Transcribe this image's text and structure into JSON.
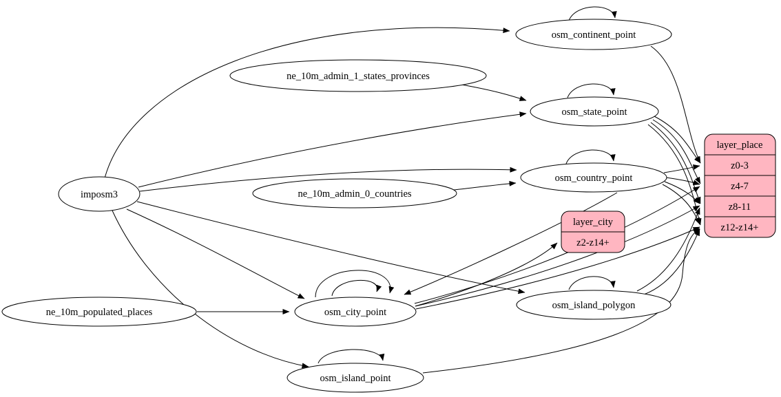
{
  "diagram": {
    "kind": "graphviz-dependency-graph",
    "background_color": "#ffffff",
    "edge_color": "#000000",
    "table_node_fill": "#ffffff",
    "layer_node_fill": "#ffb6c1",
    "node_stroke": "#000000"
  },
  "nodes": {
    "imposm3": {
      "label": "imposm3",
      "shape": "ellipse"
    },
    "ne_10m_admin_1_states_provinces": {
      "label": "ne_10m_admin_1_states_provinces",
      "shape": "ellipse"
    },
    "ne_10m_admin_0_countries": {
      "label": "ne_10m_admin_0_countries",
      "shape": "ellipse"
    },
    "ne_10m_populated_places": {
      "label": "ne_10m_populated_places",
      "shape": "ellipse"
    },
    "osm_continent_point": {
      "label": "osm_continent_point",
      "shape": "ellipse",
      "self_loops": 1
    },
    "osm_state_point": {
      "label": "osm_state_point",
      "shape": "ellipse",
      "self_loops": 1
    },
    "osm_country_point": {
      "label": "osm_country_point",
      "shape": "ellipse",
      "self_loops": 1
    },
    "osm_city_point": {
      "label": "osm_city_point",
      "shape": "ellipse",
      "self_loops": 2
    },
    "osm_island_polygon": {
      "label": "osm_island_polygon",
      "shape": "ellipse",
      "self_loops": 1
    },
    "osm_island_point": {
      "label": "osm_island_point",
      "shape": "ellipse",
      "self_loops": 1
    },
    "layer_city": {
      "label": "layer_city",
      "shape": "record",
      "fill": "#ffb6c1",
      "rows": [
        "z2-z14+"
      ]
    },
    "layer_place": {
      "label": "layer_place",
      "shape": "record",
      "fill": "#ffb6c1",
      "rows": [
        "z0-3",
        "z4-7",
        "z8-11",
        "z12-z14+"
      ]
    }
  },
  "edges": [
    {
      "from": "imposm3",
      "to": "osm_continent_point"
    },
    {
      "from": "imposm3",
      "to": "osm_state_point"
    },
    {
      "from": "imposm3",
      "to": "osm_country_point"
    },
    {
      "from": "imposm3",
      "to": "osm_city_point"
    },
    {
      "from": "imposm3",
      "to": "osm_island_polygon"
    },
    {
      "from": "imposm3",
      "to": "osm_island_point"
    },
    {
      "from": "ne_10m_admin_1_states_provinces",
      "to": "osm_state_point"
    },
    {
      "from": "ne_10m_admin_0_countries",
      "to": "osm_country_point"
    },
    {
      "from": "ne_10m_populated_places",
      "to": "osm_city_point"
    },
    {
      "from": "osm_continent_point",
      "to": "osm_continent_point"
    },
    {
      "from": "osm_state_point",
      "to": "osm_state_point"
    },
    {
      "from": "osm_country_point",
      "to": "osm_country_point"
    },
    {
      "from": "osm_city_point",
      "to": "osm_city_point"
    },
    {
      "from": "osm_city_point",
      "to": "osm_city_point"
    },
    {
      "from": "osm_island_polygon",
      "to": "osm_island_polygon"
    },
    {
      "from": "osm_island_point",
      "to": "osm_island_point"
    },
    {
      "from": "osm_country_point",
      "to": "osm_city_point"
    },
    {
      "from": "osm_city_point",
      "to": "layer_city:z2-z14+"
    },
    {
      "from": "osm_continent_point",
      "to": "layer_place:z0-3"
    },
    {
      "from": "osm_state_point",
      "to": "layer_place:z0-3"
    },
    {
      "from": "osm_state_point",
      "to": "layer_place:z4-7"
    },
    {
      "from": "osm_state_point",
      "to": "layer_place:z8-11"
    },
    {
      "from": "osm_state_point",
      "to": "layer_place:z12-z14+"
    },
    {
      "from": "osm_country_point",
      "to": "layer_place:z0-3"
    },
    {
      "from": "osm_country_point",
      "to": "layer_place:z4-7"
    },
    {
      "from": "osm_country_point",
      "to": "layer_place:z8-11"
    },
    {
      "from": "osm_country_point",
      "to": "layer_place:z12-z14+"
    },
    {
      "from": "osm_city_point",
      "to": "layer_place:z4-7"
    },
    {
      "from": "osm_city_point",
      "to": "layer_place:z8-11"
    },
    {
      "from": "osm_city_point",
      "to": "layer_place:z12-z14+"
    },
    {
      "from": "osm_island_polygon",
      "to": "layer_place:z8-11"
    },
    {
      "from": "osm_island_polygon",
      "to": "layer_place:z12-z14+"
    },
    {
      "from": "osm_island_point",
      "to": "layer_place:z12-z14+"
    }
  ]
}
